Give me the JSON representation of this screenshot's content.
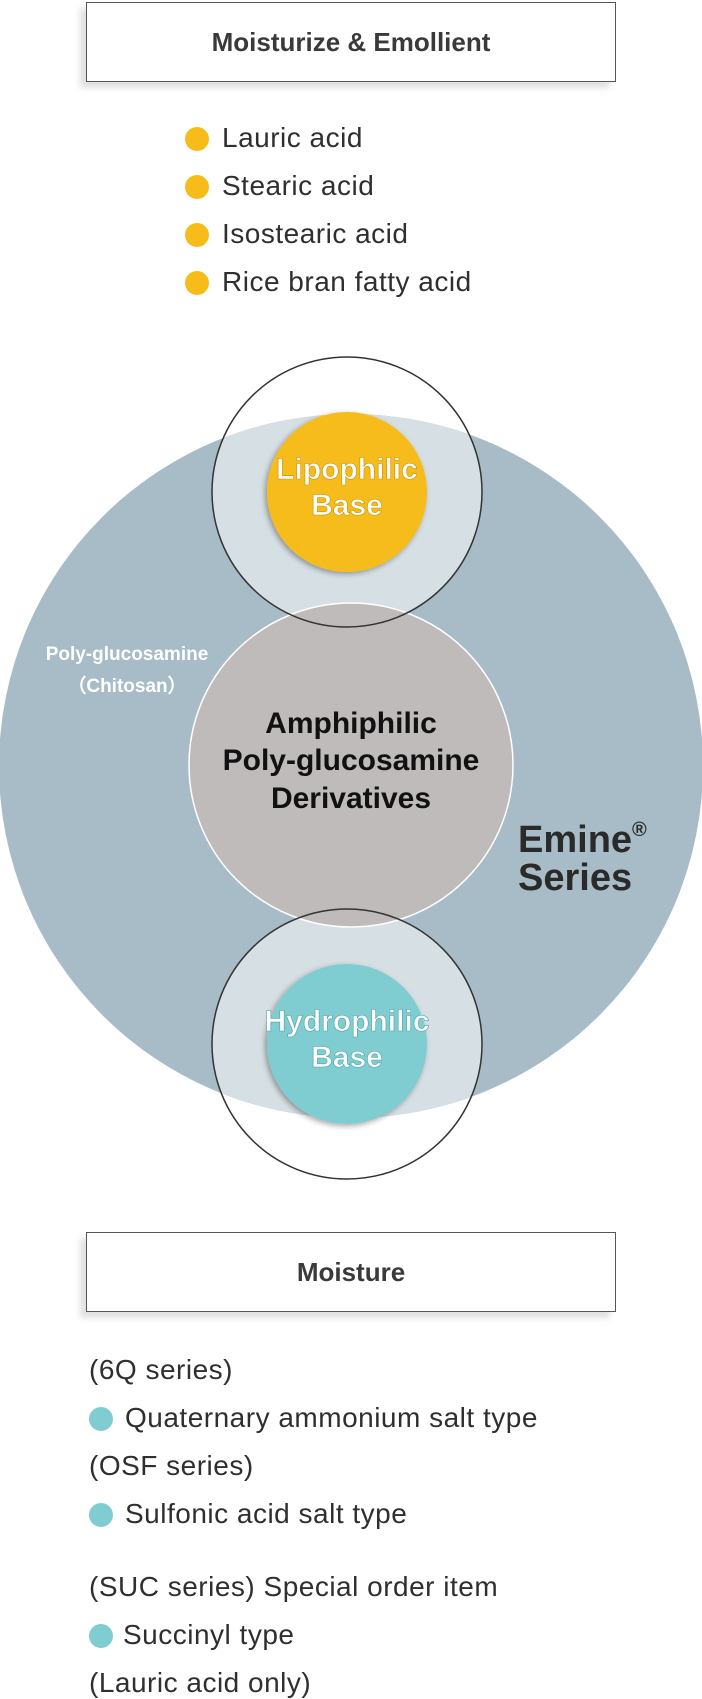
{
  "top_box": {
    "title": "Moisturize & Emollient"
  },
  "top_list": [
    "Lauric acid",
    "Stearic acid",
    "Isostearic acid",
    "Rice bran fatty acid"
  ],
  "diagram": {
    "lipophilic_line1": "Lipophilic",
    "lipophilic_line2": "Base",
    "center_line1": "Amphiphilic",
    "center_line2": "Poly-glucosamine",
    "center_line3": "Derivatives",
    "hydrophilic_line1": "Hydrophilic",
    "hydrophilic_line2": "Base",
    "chitosan_line1": "Poly-glucosamine",
    "chitosan_line2": "（Chitosan）",
    "emine_line1": "Emine",
    "emine_reg": "®",
    "emine_line2": "Series"
  },
  "bottom_box": {
    "title": "Moisture"
  },
  "bottom": {
    "s1_header": "(6Q series)",
    "s1_item": "Quaternary ammonium salt type",
    "s2_header": "(OSF series)",
    "s2_item": "Sulfonic acid salt type",
    "s3_header": "(SUC series)  Special order item",
    "s3_item": "Succinyl type",
    "s3_note": "(Lauric acid only)"
  },
  "colors": {
    "yellow": "#f6bc1a",
    "cyan": "#7fccd1",
    "outer": "#a7bcc6",
    "center": "#bfbbba"
  }
}
